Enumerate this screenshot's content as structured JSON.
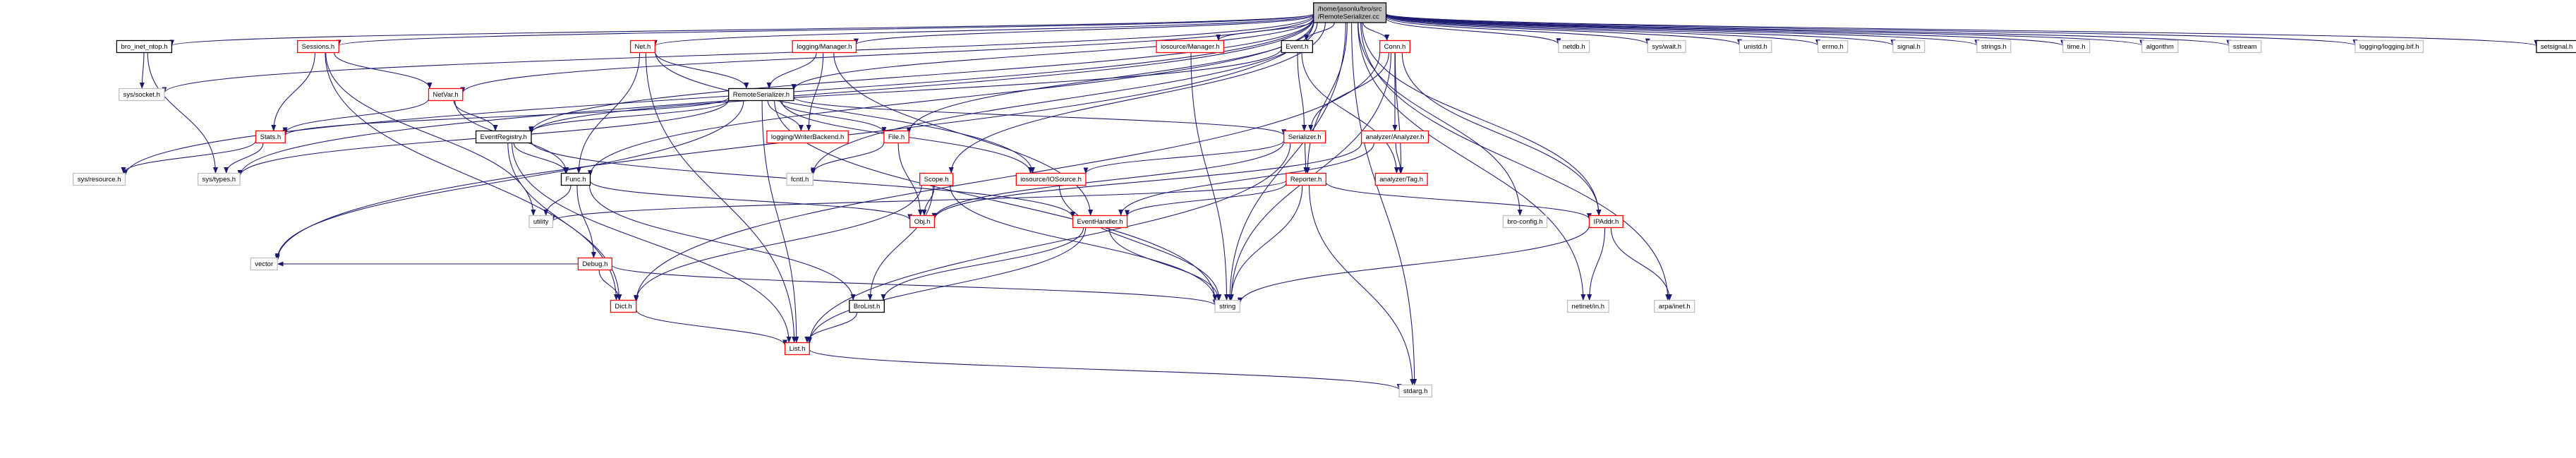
{
  "colors": {
    "root_fill": "#bfbfbf",
    "root_border": "#000000",
    "documented_border": "#ff0000",
    "linked_border": "#000000",
    "external_border": "#bfbfbf",
    "edge": "#191970"
  },
  "nodes": [
    {
      "id": "root",
      "lines": [
        "/home/jasonlu/bro/src",
        "/RemoteSerializer.cc"
      ],
      "style": "root"
    },
    {
      "id": "bro_inet_ntop",
      "lines": [
        "bro_inet_ntop.h"
      ],
      "style": "linked"
    },
    {
      "id": "sessions",
      "lines": [
        "Sessions.h"
      ],
      "style": "documented"
    },
    {
      "id": "net",
      "lines": [
        "Net.h"
      ],
      "style": "documented"
    },
    {
      "id": "logmgr",
      "lines": [
        "logging/Manager.h"
      ],
      "style": "documented"
    },
    {
      "id": "iomgr",
      "lines": [
        "iosource/Manager.h"
      ],
      "style": "documented"
    },
    {
      "id": "event",
      "lines": [
        "Event.h"
      ],
      "style": "linked"
    },
    {
      "id": "conn",
      "lines": [
        "Conn.h"
      ],
      "style": "documented"
    },
    {
      "id": "netdb",
      "lines": [
        "netdb.h"
      ],
      "style": "external"
    },
    {
      "id": "syswait",
      "lines": [
        "sys/wait.h"
      ],
      "style": "external"
    },
    {
      "id": "unistd",
      "lines": [
        "unistd.h"
      ],
      "style": "external"
    },
    {
      "id": "errno",
      "lines": [
        "errno.h"
      ],
      "style": "external"
    },
    {
      "id": "signal",
      "lines": [
        "signal.h"
      ],
      "style": "external"
    },
    {
      "id": "strings",
      "lines": [
        "strings.h"
      ],
      "style": "external"
    },
    {
      "id": "time",
      "lines": [
        "time.h"
      ],
      "style": "external"
    },
    {
      "id": "algorithm",
      "lines": [
        "algorithm"
      ],
      "style": "external"
    },
    {
      "id": "sstream",
      "lines": [
        "sstream"
      ],
      "style": "external"
    },
    {
      "id": "loggingbif",
      "lines": [
        "logging/logging.bif.h"
      ],
      "style": "external"
    },
    {
      "id": "setsignal",
      "lines": [
        "setsignal.h"
      ],
      "style": "linked"
    },
    {
      "id": "syssocket",
      "lines": [
        "sys/socket.h"
      ],
      "style": "external"
    },
    {
      "id": "netvar",
      "lines": [
        "NetVar.h"
      ],
      "style": "documented"
    },
    {
      "id": "remoteser",
      "lines": [
        "RemoteSerializer.h"
      ],
      "style": "linked"
    },
    {
      "id": "stats",
      "lines": [
        "Stats.h"
      ],
      "style": "documented"
    },
    {
      "id": "eventreg",
      "lines": [
        "EventRegistry.h"
      ],
      "style": "linked"
    },
    {
      "id": "writerbackend",
      "lines": [
        "logging/WriterBackend.h"
      ],
      "style": "documented"
    },
    {
      "id": "file",
      "lines": [
        "File.h"
      ],
      "style": "documented"
    },
    {
      "id": "serializer",
      "lines": [
        "Serializer.h"
      ],
      "style": "documented"
    },
    {
      "id": "analyzer",
      "lines": [
        "analyzer/Analyzer.h"
      ],
      "style": "documented"
    },
    {
      "id": "sysresource",
      "lines": [
        "sys/resource.h"
      ],
      "style": "external"
    },
    {
      "id": "systypes",
      "lines": [
        "sys/types.h"
      ],
      "style": "external"
    },
    {
      "id": "func",
      "lines": [
        "Func.h"
      ],
      "style": "linked"
    },
    {
      "id": "fcntl",
      "lines": [
        "fcntl.h"
      ],
      "style": "external"
    },
    {
      "id": "scope",
      "lines": [
        "Scope.h"
      ],
      "style": "documented"
    },
    {
      "id": "iosource",
      "lines": [
        "iosource/IOSource.h"
      ],
      "style": "documented"
    },
    {
      "id": "reporter",
      "lines": [
        "Reporter.h"
      ],
      "style": "documented"
    },
    {
      "id": "analyzertag",
      "lines": [
        "analyzer/Tag.h"
      ],
      "style": "documented"
    },
    {
      "id": "broconfig",
      "lines": [
        "bro-config.h"
      ],
      "style": "external"
    },
    {
      "id": "utility",
      "lines": [
        "utility"
      ],
      "style": "external"
    },
    {
      "id": "obj",
      "lines": [
        "Obj.h"
      ],
      "style": "documented"
    },
    {
      "id": "eventhandler",
      "lines": [
        "EventHandler.h"
      ],
      "style": "documented"
    },
    {
      "id": "ipaddr",
      "lines": [
        "IPAddr.h"
      ],
      "style": "documented"
    },
    {
      "id": "vector",
      "lines": [
        "vector"
      ],
      "style": "external"
    },
    {
      "id": "debug",
      "lines": [
        "Debug.h"
      ],
      "style": "documented"
    },
    {
      "id": "dict",
      "lines": [
        "Dict.h"
      ],
      "style": "documented"
    },
    {
      "id": "brolist",
      "lines": [
        "BroList.h"
      ],
      "style": "linked"
    },
    {
      "id": "string",
      "lines": [
        "string"
      ],
      "style": "external"
    },
    {
      "id": "netinetin",
      "lines": [
        "netinet/in.h"
      ],
      "style": "external"
    },
    {
      "id": "arpainet",
      "lines": [
        "arpa/inet.h"
      ],
      "style": "external"
    },
    {
      "id": "list",
      "lines": [
        "List.h"
      ],
      "style": "documented"
    },
    {
      "id": "stdarg",
      "lines": [
        "stdarg.h"
      ],
      "style": "external"
    }
  ],
  "edges": [
    [
      "root",
      "bro_inet_ntop"
    ],
    [
      "root",
      "sessions"
    ],
    [
      "root",
      "net"
    ],
    [
      "root",
      "logmgr"
    ],
    [
      "root",
      "iomgr"
    ],
    [
      "root",
      "event"
    ],
    [
      "root",
      "conn"
    ],
    [
      "root",
      "netdb"
    ],
    [
      "root",
      "syswait"
    ],
    [
      "root",
      "unistd"
    ],
    [
      "root",
      "errno"
    ],
    [
      "root",
      "signal"
    ],
    [
      "root",
      "strings"
    ],
    [
      "root",
      "time"
    ],
    [
      "root",
      "algorithm"
    ],
    [
      "root",
      "sstream"
    ],
    [
      "root",
      "loggingbif"
    ],
    [
      "root",
      "setsignal"
    ],
    [
      "root",
      "syssocket"
    ],
    [
      "root",
      "netvar"
    ],
    [
      "root",
      "remoteser"
    ],
    [
      "root",
      "eventreg"
    ],
    [
      "root",
      "file"
    ],
    [
      "root",
      "func"
    ],
    [
      "root",
      "fcntl"
    ],
    [
      "root",
      "scope"
    ],
    [
      "root",
      "reporter"
    ],
    [
      "root",
      "broconfig"
    ],
    [
      "root",
      "ipaddr"
    ],
    [
      "root",
      "vector"
    ],
    [
      "root",
      "string"
    ],
    [
      "root",
      "systypes"
    ],
    [
      "root",
      "sysresource"
    ],
    [
      "root",
      "netinetin"
    ],
    [
      "root",
      "arpainet"
    ],
    [
      "root",
      "stdarg"
    ],
    [
      "bro_inet_ntop",
      "syssocket"
    ],
    [
      "bro_inet_ntop",
      "systypes"
    ],
    [
      "sessions",
      "netvar"
    ],
    [
      "sessions",
      "stats"
    ],
    [
      "sessions",
      "dict"
    ],
    [
      "sessions",
      "utility"
    ],
    [
      "net",
      "remoteser"
    ],
    [
      "net",
      "func"
    ],
    [
      "net",
      "list"
    ],
    [
      "net",
      "iosource"
    ],
    [
      "logmgr",
      "remoteser"
    ],
    [
      "logmgr",
      "writerbackend"
    ],
    [
      "logmgr",
      "eventhandler"
    ],
    [
      "iomgr",
      "string"
    ],
    [
      "event",
      "eventreg"
    ],
    [
      "event",
      "serializer"
    ],
    [
      "event",
      "analyzertag"
    ],
    [
      "conn",
      "serializer"
    ],
    [
      "conn",
      "analyzer"
    ],
    [
      "conn",
      "analyzertag"
    ],
    [
      "conn",
      "ipaddr"
    ],
    [
      "conn",
      "string"
    ],
    [
      "conn",
      "dict"
    ],
    [
      "netvar",
      "eventreg"
    ],
    [
      "netvar",
      "stats"
    ],
    [
      "netvar",
      "func"
    ],
    [
      "remoteser",
      "stats"
    ],
    [
      "remoteser",
      "eventreg"
    ],
    [
      "remoteser",
      "writerbackend"
    ],
    [
      "remoteser",
      "file"
    ],
    [
      "remoteser",
      "serializer"
    ],
    [
      "remoteser",
      "iosource"
    ],
    [
      "remoteser",
      "list"
    ],
    [
      "remoteser",
      "string"
    ],
    [
      "remoteser",
      "systypes"
    ],
    [
      "remoteser",
      "vector"
    ],
    [
      "stats",
      "sysresource"
    ],
    [
      "stats",
      "systypes"
    ],
    [
      "eventreg",
      "func"
    ],
    [
      "eventreg",
      "list"
    ],
    [
      "eventreg",
      "dict"
    ],
    [
      "eventreg",
      "eventhandler"
    ],
    [
      "file",
      "fcntl"
    ],
    [
      "file",
      "obj"
    ],
    [
      "serializer",
      "iosource"
    ],
    [
      "serializer",
      "reporter"
    ],
    [
      "serializer",
      "obj"
    ],
    [
      "serializer",
      "list"
    ],
    [
      "analyzer",
      "analyzertag"
    ],
    [
      "analyzer",
      "eventhandler"
    ],
    [
      "analyzer",
      "obj"
    ],
    [
      "func",
      "utility"
    ],
    [
      "func",
      "debug"
    ],
    [
      "func",
      "obj"
    ],
    [
      "func",
      "brolist"
    ],
    [
      "scope",
      "obj"
    ],
    [
      "scope",
      "dict"
    ],
    [
      "scope",
      "brolist"
    ],
    [
      "scope",
      "string"
    ],
    [
      "iosource",
      "string"
    ],
    [
      "reporter",
      "utility"
    ],
    [
      "reporter",
      "eventhandler"
    ],
    [
      "reporter",
      "ipaddr"
    ],
    [
      "reporter",
      "string"
    ],
    [
      "reporter",
      "stdarg"
    ],
    [
      "debug",
      "vector"
    ],
    [
      "debug",
      "dict"
    ],
    [
      "debug",
      "string"
    ],
    [
      "eventhandler",
      "brolist"
    ],
    [
      "eventhandler",
      "list"
    ],
    [
      "eventhandler",
      "string"
    ],
    [
      "ipaddr",
      "netinetin"
    ],
    [
      "ipaddr",
      "arpainet"
    ],
    [
      "ipaddr",
      "string"
    ],
    [
      "dict",
      "list"
    ],
    [
      "brolist",
      "list"
    ],
    [
      "list",
      "stdarg"
    ]
  ]
}
